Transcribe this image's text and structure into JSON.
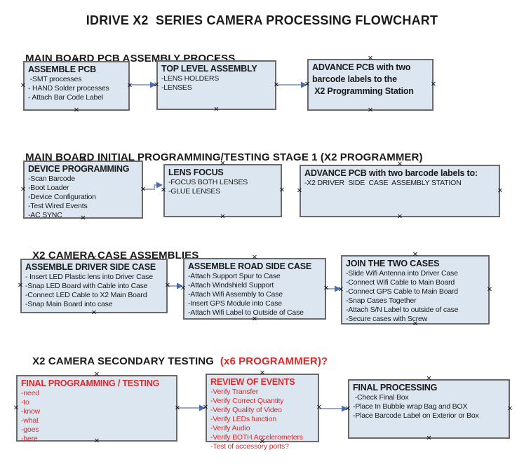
{
  "title": "IDRIVE X2  SERIES CAMERA PROCESSING FLOWCHART",
  "colors": {
    "box_fill": "#dce6f1",
    "box_border": "#6a6a6a",
    "red_text": "#d92b2b",
    "arrow_line": "#97a9c4",
    "arrow_head": "#4a6cb3"
  },
  "sections": [
    {
      "heading": "MAIN BOARD PCB ASSEMBLY PROCESS",
      "boxes": [
        {
          "title": "ASSEMBLE PCB",
          "items": [
            " -SMT processes",
            "- HAND Solder processes",
            "- Attach Bar Code Label"
          ]
        },
        {
          "title": "TOP LEVEL ASSEMBLY",
          "items": [
            "-LENS HOLDERS",
            "-LENSES"
          ]
        },
        {
          "title": "ADVANCE PCB with two\nbarcode labels to the\n X2 Programming Station",
          "items": []
        }
      ]
    },
    {
      "heading": "MAIN BOARD INITIAL PROGRAMMING/TESTING STAGE 1 (X2 PROGRAMMER)",
      "boxes": [
        {
          "title": "DEVICE PROGRAMMING",
          "items": [
            "-Scan Barcode",
            "-Boot Loader",
            "-Device Configuration",
            "-Test Wired Events",
            "-AC SYNC"
          ]
        },
        {
          "title": "LENS FOCUS",
          "items": [
            "-FOCUS BOTH LENSES",
            "-GLUE LENSES"
          ]
        },
        {
          "title": "ADVANCE PCB with two barcode labels to:",
          "items": [
            "-X2 DRIVER  SIDE  CASE  ASSEMBLY STATION"
          ]
        }
      ]
    },
    {
      "heading": "X2 CAMERA CASE ASSEMBLIES",
      "boxes": [
        {
          "title": "ASSEMBLE DRIVER SIDE CASE",
          "items": [
            "- Insert LED Plastic lens into Driver Case",
            "-Snap LED Board with Cable into Case",
            "-Connect LED Cable to X2 Main Board",
            "-Snap Main Board into case"
          ]
        },
        {
          "title": "ASSEMBLE ROAD SIDE CASE",
          "items": [
            "-Attach Support Spur to Case",
            "-Attach Windshield Support",
            "-Attach Wifi Assembly to Case",
            "-Insert GPS Module into Case",
            "-Attach Wifi Label to Outside of Case"
          ]
        },
        {
          "title": "JOIN THE TWO CASES",
          "items": [
            "-Slide Wifi Antenna into Driver Case",
            "-Connect Wifi Cable to Main Board",
            "-Connect GPS Cable to Main Board",
            "-Snap Cases Together",
            "-Attach S/N Label to outside of case",
            "-Secure cases with Screw"
          ]
        }
      ]
    },
    {
      "heading": "X2 CAMERA SECONDARY TESTING",
      "heading_red": "(x6 PROGRAMMER)?",
      "boxes": [
        {
          "title": "FINAL PROGRAMMING / TESTING",
          "items": [
            "-need",
            "-to",
            "-know",
            "-what",
            "-goes",
            "-here"
          ]
        },
        {
          "title": "REVIEW OF EVENTS",
          "items": [
            "-Verify Transfer",
            "-Verify Correct Quantity",
            "-Verify Quality of Video",
            "-Verify LEDs function",
            "-Verify Audio",
            "-Verify BOTH Accelerometers",
            "-Test of accessory ports?"
          ]
        },
        {
          "title": "FINAL PROCESSING",
          "items": [
            " -Check Final Box",
            "-Place In Bubble wrap Bag and BOX",
            "-Place Barcode Label on Exterior or Box"
          ]
        }
      ]
    }
  ]
}
